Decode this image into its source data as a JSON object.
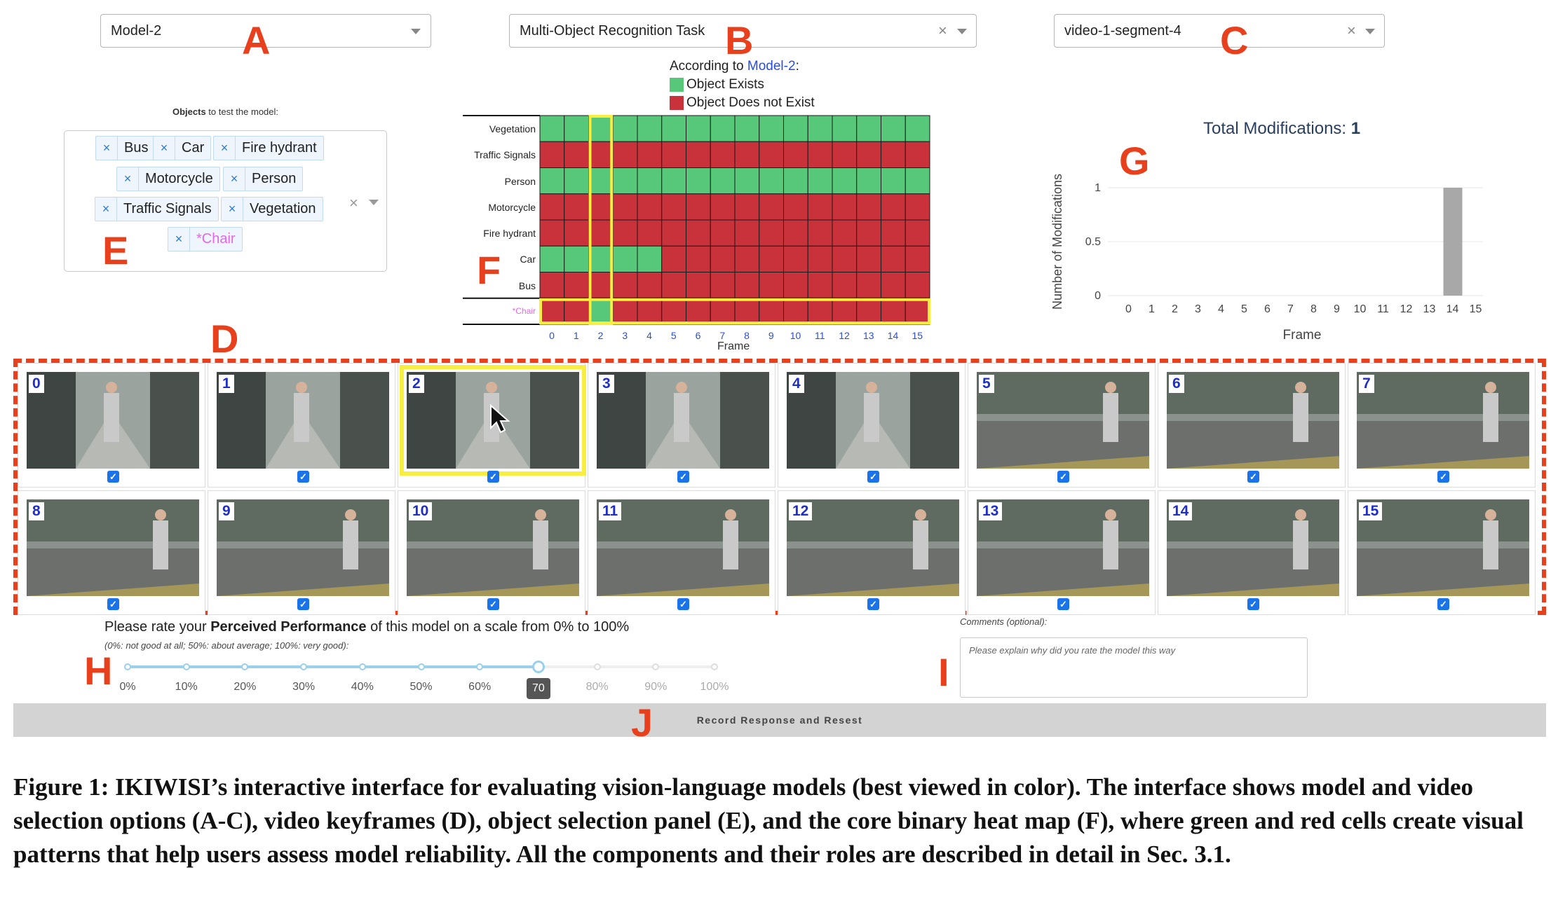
{
  "dropdowns": {
    "model": {
      "value": "Model-2",
      "clear": ""
    },
    "task": {
      "value": "Multi-Object Recognition Task",
      "clear": "×"
    },
    "video": {
      "value": "video-1-segment-4",
      "clear": "×"
    }
  },
  "letters": {
    "A": "A",
    "B": "B",
    "C": "C",
    "D": "D",
    "E": "E",
    "F": "F",
    "G": "G",
    "H": "H",
    "I": "I",
    "J": "J"
  },
  "objects_panel": {
    "title_bold": "Objects",
    "title_rest": " to test the model:",
    "remove_glyph": "×",
    "tags": [
      "Bus",
      "Car",
      "Fire hydrant",
      "Motorcycle",
      "Person",
      "Traffic Signals",
      "Vegetation",
      "*Chair"
    ],
    "clear_glyph": "×"
  },
  "heatmap": {
    "legend_prefix": "According to ",
    "legend_model": "Model-2",
    "legend_suffix": ":",
    "legend_exists": "Object Exists",
    "legend_not_exists": "Object Does not Exist",
    "color_exists": "#57c77a",
    "color_not_exists": "#c9323a",
    "highlight_color": "#f7ee3f",
    "xlabel": "Frame"
  },
  "chart_data": [
    {
      "type": "heatmap",
      "rows": [
        "Vegetation",
        "Traffic Signals",
        "Person",
        "Motorcycle",
        "Fire hydrant",
        "Car",
        "Bus",
        "*Chair"
      ],
      "columns": [
        0,
        1,
        2,
        3,
        4,
        5,
        6,
        7,
        8,
        9,
        10,
        11,
        12,
        13,
        14,
        15
      ],
      "values": [
        [
          1,
          1,
          1,
          1,
          1,
          1,
          1,
          1,
          1,
          1,
          1,
          1,
          1,
          1,
          1,
          1
        ],
        [
          0,
          0,
          0,
          0,
          0,
          0,
          0,
          0,
          0,
          0,
          0,
          0,
          0,
          0,
          0,
          0
        ],
        [
          1,
          1,
          1,
          1,
          1,
          1,
          1,
          1,
          1,
          1,
          1,
          1,
          1,
          1,
          1,
          1
        ],
        [
          0,
          0,
          0,
          0,
          0,
          0,
          0,
          0,
          0,
          0,
          0,
          0,
          0,
          0,
          0,
          0
        ],
        [
          0,
          0,
          0,
          0,
          0,
          0,
          0,
          0,
          0,
          0,
          0,
          0,
          0,
          0,
          0,
          0
        ],
        [
          1,
          1,
          1,
          1,
          1,
          0,
          0,
          0,
          0,
          0,
          0,
          0,
          0,
          0,
          0,
          0
        ],
        [
          0,
          0,
          0,
          0,
          0,
          0,
          0,
          0,
          0,
          0,
          0,
          0,
          0,
          0,
          0,
          0
        ],
        [
          0,
          0,
          1,
          0,
          0,
          0,
          0,
          0,
          0,
          0,
          0,
          0,
          0,
          0,
          0,
          0
        ]
      ],
      "highlighted_column": 2,
      "highlighted_row": "*Chair",
      "xlabel": "Frame"
    },
    {
      "type": "bar",
      "title_prefix": "Total Modifications: ",
      "title_value": "1",
      "categories": [
        0,
        1,
        2,
        3,
        4,
        5,
        6,
        7,
        8,
        9,
        10,
        11,
        12,
        13,
        14,
        15
      ],
      "values": [
        0,
        0,
        0,
        0,
        0,
        0,
        0,
        0,
        0,
        0,
        0,
        0,
        0,
        0,
        1,
        0
      ],
      "xlabel": "Frame",
      "ylabel": "Number of Modifications",
      "yticks": [
        "0",
        "0.5",
        "1"
      ],
      "ylim": [
        0,
        1
      ],
      "bar_color": "#a8a8a8",
      "grid": true
    }
  ],
  "keyframes": {
    "frames": [
      0,
      1,
      2,
      3,
      4,
      5,
      6,
      7,
      8,
      9,
      10,
      11,
      12,
      13,
      14,
      15
    ],
    "selected_frame": 2,
    "checked": true,
    "check_glyph": "✓"
  },
  "rating": {
    "prompt_pre": "Please rate your ",
    "prompt_bold": "Perceived Performance",
    "prompt_post": " of this model on a scale from 0% to 100%",
    "subtitle": "(0%: not good at all; 50%: about average; 100%: very good):",
    "labels": [
      "0%",
      "10%",
      "20%",
      "30%",
      "40%",
      "50%",
      "60%",
      "70%",
      "80%",
      "90%",
      "100%"
    ],
    "value": 70,
    "value_label": "70",
    "track_color": "#9ad0ea"
  },
  "comments": {
    "label": "Comments (optional):",
    "placeholder": "Please explain why did you rate the model this way"
  },
  "record_button": {
    "label": "Record Response and Resest"
  },
  "caption": {
    "text": "Figure 1: IKIWISI’s interactive interface for evaluating vision-language models (best viewed in color). The interface shows model and video selection options (A-C), video keyframes (D), object selection panel (E), and the core binary heat map (F), where green and red cells create visual patterns that help users assess model reliability. All the components and their roles are described in detail in Sec. 3.1."
  }
}
